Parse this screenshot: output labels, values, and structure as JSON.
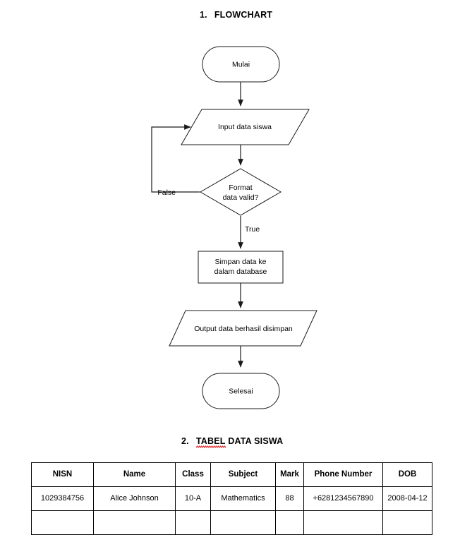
{
  "document": {
    "sections": [
      {
        "number": "1.",
        "title": "FLOWCHART"
      },
      {
        "number": "2.",
        "title_misspelled": "TABEL",
        "title_rest": " DATA SISWA"
      }
    ]
  },
  "flowchart": {
    "nodes": [
      {
        "id": "start",
        "shape": "terminator",
        "label": "Mulai"
      },
      {
        "id": "input",
        "shape": "parallelogram",
        "label": "Input data siswa"
      },
      {
        "id": "decision",
        "shape": "diamond",
        "label_line1": "Format",
        "label_line2": "data valid?"
      },
      {
        "id": "process",
        "shape": "rectangle",
        "label_line1": "Simpan data ke",
        "label_line2": "dalam database"
      },
      {
        "id": "output",
        "shape": "parallelogram",
        "label": "Output data berhasil disimpan"
      },
      {
        "id": "end",
        "shape": "terminator",
        "label": "Selesai"
      }
    ],
    "edge_labels": {
      "false": "False",
      "true": "True"
    },
    "colors": {
      "stroke": "#1a1a1a",
      "fill": "#ffffff",
      "text": "#000000"
    }
  },
  "table": {
    "headers": [
      "NISN",
      "Name",
      "Class",
      "Subject",
      "Mark",
      "Phone Number",
      "DOB"
    ],
    "rows": [
      {
        "nisn": "1029384756",
        "name": "Alice Johnson",
        "class": "10-A",
        "subject": "Mathematics",
        "mark": "88",
        "phone": "+6281234567890",
        "dob": "2008-04-12"
      },
      {
        "nisn": "",
        "name": "",
        "class": "",
        "subject": "",
        "mark": "",
        "phone": "",
        "dob": ""
      }
    ]
  },
  "spellcheck": {
    "underline_color": "#e01b1b"
  }
}
